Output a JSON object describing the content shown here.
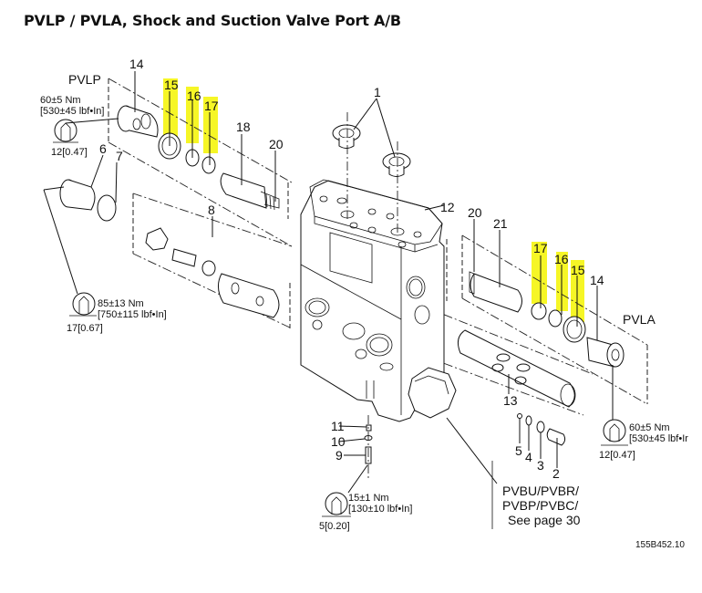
{
  "title": "PVLP / PVLA, Shock and Suction Valve Port A/B",
  "drawing_number": "155B452.10",
  "highlight_color": "#f5f500",
  "section_labels": {
    "left": "PVLP",
    "right": "PVLA"
  },
  "part_numbers": {
    "p1": "1",
    "p2": "2",
    "p3": "3",
    "p4": "4",
    "p5": "5",
    "p6": "6",
    "p7": "7",
    "p8": "8",
    "p9": "9",
    "p10": "10",
    "p11": "11",
    "p12": "12",
    "p13": "13",
    "p14_left": "14",
    "p15_left": "15",
    "p16_left": "16",
    "p17_left": "17",
    "p18": "18",
    "p20_left": "20",
    "p14_right": "14",
    "p15_right": "15",
    "p16_right": "16",
    "p17_right": "17",
    "p20_right": "20",
    "p21": "21"
  },
  "highlighted_parts": [
    "15",
    "16",
    "17"
  ],
  "torque_specs": {
    "pvlp_plug": {
      "torque": "60±5 Nm",
      "imperial": "[530±45 lbf•In]",
      "hex": "12[0.47]"
    },
    "plug_6": {
      "torque": "85±13 Nm",
      "imperial": "[750±115 lbf•In]",
      "hex": "17[0.67]"
    },
    "screw_9": {
      "torque": "15±1 Nm",
      "imperial": "[130±10 lbf•In]",
      "hex": "5[0.20]"
    },
    "pvla_plug": {
      "torque": "60±5 Nm",
      "imperial": "[530±45 lbf•Ir",
      "hex": "12[0.47]"
    }
  },
  "reference_note": {
    "line1": "PVBU/PVBR/",
    "line2": "PVBP/PVBC/",
    "line3": "See page 30"
  }
}
